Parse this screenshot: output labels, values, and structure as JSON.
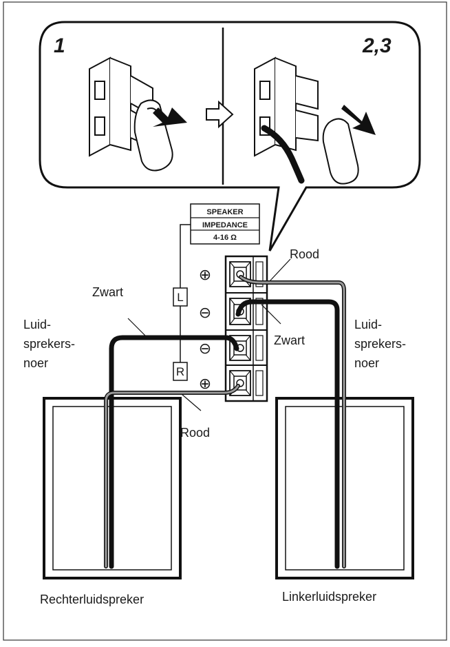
{
  "steps": {
    "left": "1",
    "right": "2,3"
  },
  "plate": {
    "line1": "SPEAKER",
    "line2": "IMPEDANCE",
    "line3": "4-16 Ω"
  },
  "terminals": {
    "left": "L",
    "right": "R",
    "plus": "⊕",
    "minus": "⊖"
  },
  "labels": {
    "rood_top": "Rood",
    "rood_bottom": "Rood",
    "zwart_left": "Zwart",
    "zwart_right": "Zwart",
    "cord_left": [
      "Luid-",
      "sprekers-",
      "noer"
    ],
    "cord_right": [
      "Luid-",
      "sprekers-",
      "noer"
    ],
    "speaker_right": "Rechterluidspreker",
    "speaker_left": "Linkerluidspreker"
  }
}
